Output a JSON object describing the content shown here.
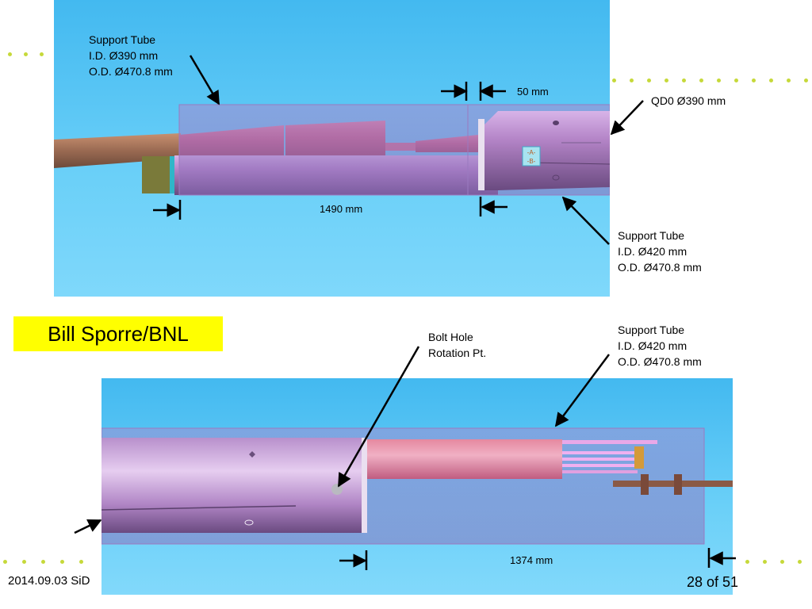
{
  "labels": {
    "support_tube_top_left": {
      "title": "Support Tube",
      "id": "I.D. Ø390 mm",
      "od": "O.D. Ø470.8 mm"
    },
    "gap_dimension": "50 mm",
    "qd0": "QD0 Ø390 mm",
    "length_top": "1490 mm",
    "support_tube_top_right": {
      "title": "Support Tube",
      "id": "I.D. Ø420 mm",
      "od": "O.D. Ø470.8 mm"
    },
    "bolt_hole": {
      "line1": "Bolt Hole",
      "line2": "Rotation Pt."
    },
    "support_tube_bottom": {
      "title": "Support Tube",
      "id": "I.D. Ø420 mm",
      "od": "O.D. Ø470.8 mm"
    },
    "length_bottom": "1374 mm",
    "model_tags": {
      "a": "-A-",
      "b": "-B-"
    }
  },
  "author": "Bill Sporre/BNL",
  "footer": {
    "left": "2014.09.03 SiD",
    "page": "28 of 51"
  },
  "colors": {
    "accent_dots": "#c6d93a",
    "author_highlight": "#ffff00",
    "panel_sky": "#4fc3f3"
  }
}
